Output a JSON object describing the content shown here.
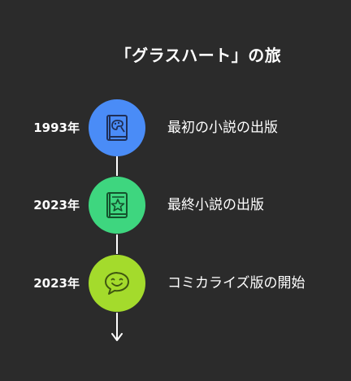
{
  "title": "「グラスハート」の旅",
  "milestones": [
    {
      "year": "1993年",
      "event": "最初の小説の出版",
      "icon": "book-palette-icon",
      "color": "#4a8cf7"
    },
    {
      "year": "2023年",
      "event": "最終小説の出版",
      "icon": "book-star-icon",
      "color": "#3ed67f"
    },
    {
      "year": "2023年",
      "event": "コミカライズ版の開始",
      "icon": "speech-bubble-smile-icon",
      "color": "#a4db2c"
    }
  ]
}
